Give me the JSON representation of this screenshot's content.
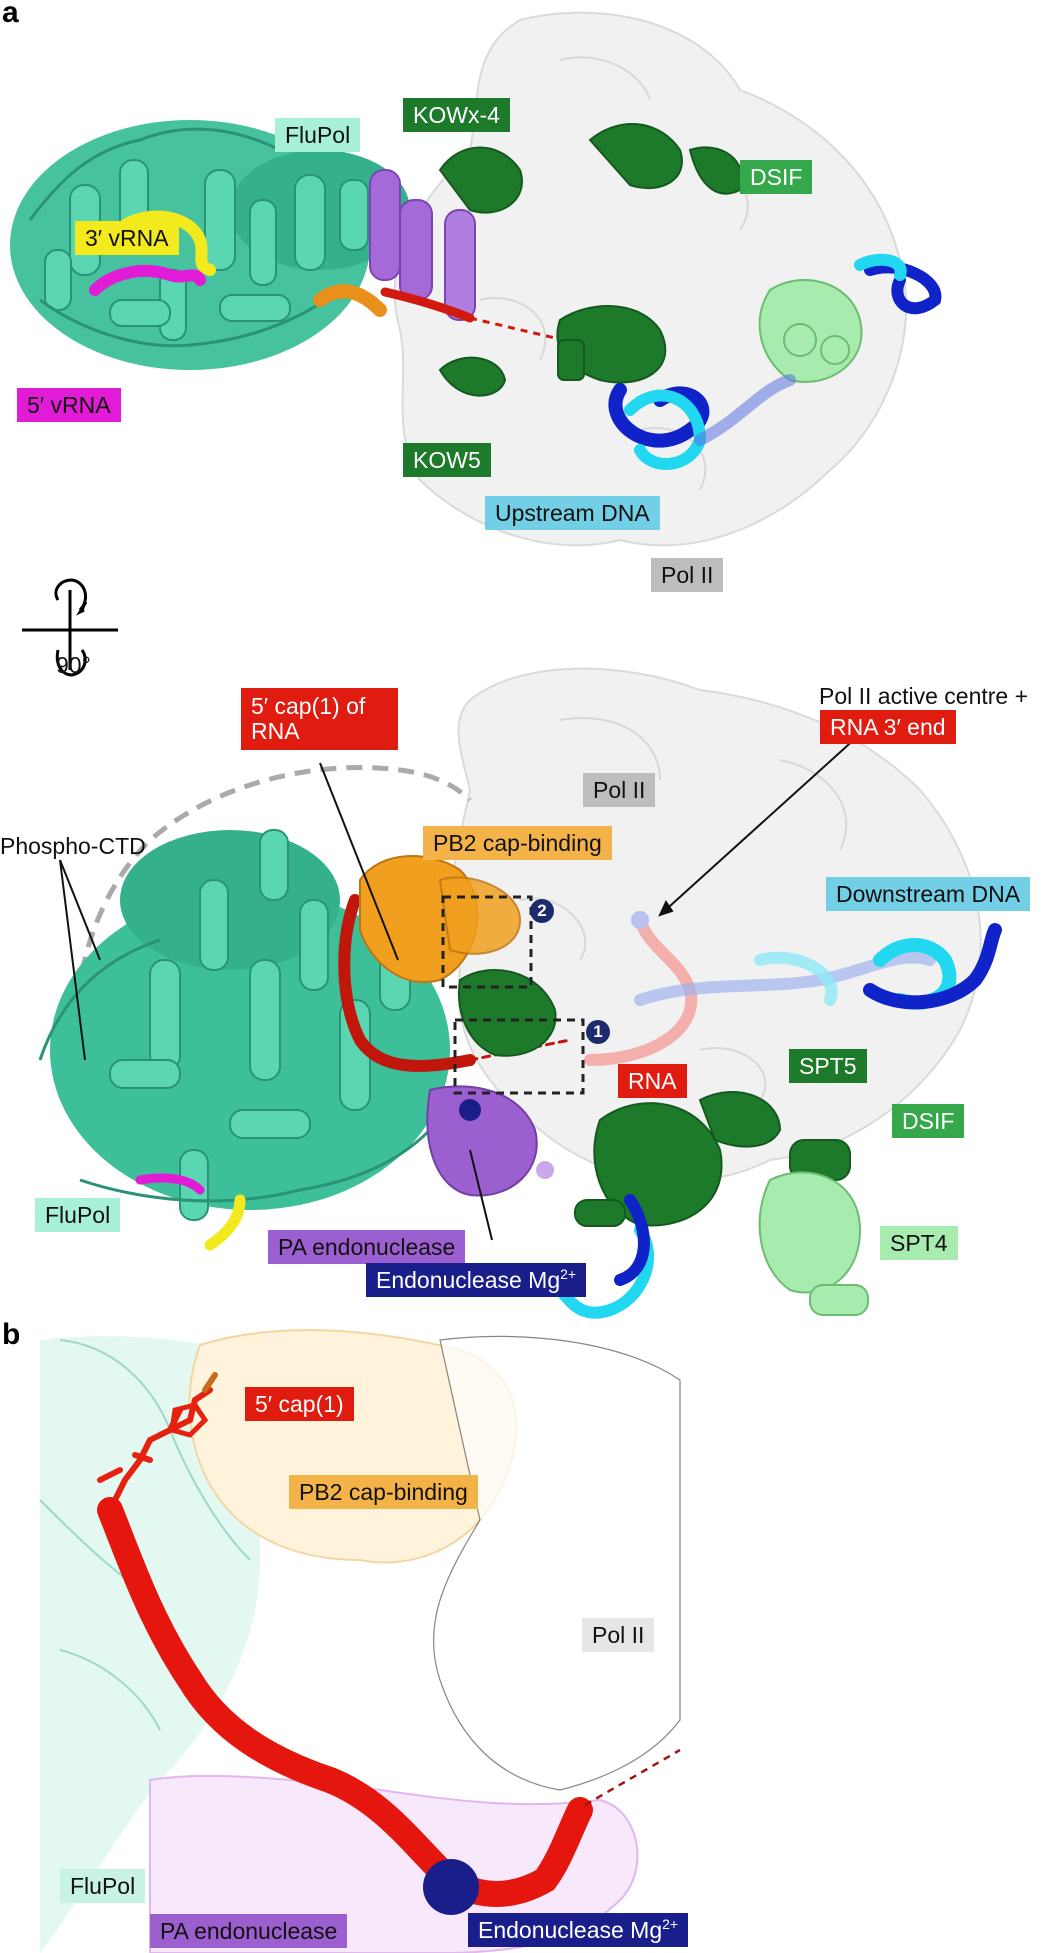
{
  "panels": {
    "a": "a",
    "b": "b"
  },
  "panel_a_top": {
    "labels": {
      "flupol": "FluPol",
      "kowx4": "KOWx-4",
      "dsif": "DSIF",
      "vrna3": "3′ vRNA",
      "vrna5": "5′ vRNA",
      "kow5": "KOW5",
      "upstream_dna": "Upstream DNA",
      "pol2": "Pol II"
    }
  },
  "rotation": {
    "angle": "90°"
  },
  "panel_a_bottom": {
    "labels": {
      "cap_line1": "5′ cap(1) of",
      "cap_line2": "RNA",
      "active_line1": "Pol II active centre +",
      "active_line2": "RNA 3′ end",
      "pol2": "Pol II",
      "pb2": "PB2 cap-binding",
      "phospho_ctd": "Phospho-CTD",
      "downstream_dna": "Downstream DNA",
      "rna": "RNA",
      "spt5": "SPT5",
      "dsif": "DSIF",
      "spt4": "SPT4",
      "flupol": "FluPol",
      "pa_endo": "PA endonuclease",
      "endo_mg": "Endonuclease Mg",
      "endo_mg_sup": "2+",
      "marker1": "1",
      "marker2": "2"
    }
  },
  "panel_b": {
    "labels": {
      "cap": "5′ cap(1)",
      "pb2": "PB2 cap-binding",
      "pol2": "Pol II",
      "flupol": "FluPol",
      "pa_endo": "PA endonuclease",
      "endo_mg": "Endonuclease Mg",
      "endo_mg_sup": "2+"
    }
  },
  "colors": {
    "flupol": "#3dbf9a",
    "flupol_label": "#a8f0d8",
    "dsif_dark": "#1d7a2a",
    "dsif_label": "#34a84a",
    "spt4": "#a7ecae",
    "pa_endo": "#9b5fd0",
    "pb2": "#f09a1a",
    "pb2_label": "#f4b349",
    "rna": "#e01b10",
    "vrna3": "#f2ea1d",
    "vrna5": "#e21bd6",
    "upstream_dna_label": "#72cfe6",
    "dna_blue": "#1023c8",
    "dna_cyan": "#22d8f0",
    "pol2_surface": "#ececec",
    "pol2_label": "#bdbdbd",
    "mg_navy": "#1a1e8a"
  }
}
